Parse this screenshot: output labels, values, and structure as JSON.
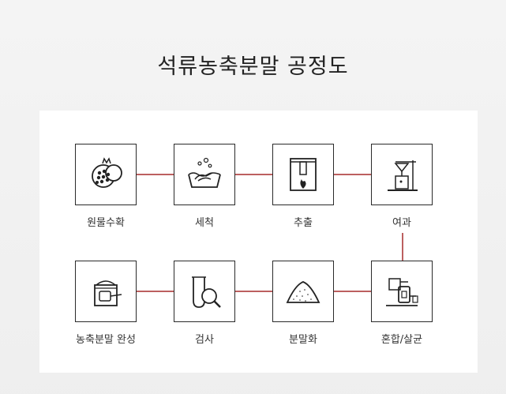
{
  "title": "석류농축분말 공정도",
  "steps": [
    {
      "label": "원물수확",
      "icon": "pomegranate-icon"
    },
    {
      "label": "세척",
      "icon": "washing-hands-icon"
    },
    {
      "label": "추출",
      "icon": "extraction-flame-icon"
    },
    {
      "label": "여과",
      "icon": "filtration-stand-icon"
    },
    {
      "label": "혼합/살균",
      "icon": "mixing-machine-icon"
    },
    {
      "label": "분말화",
      "icon": "powder-pile-icon"
    },
    {
      "label": "검사",
      "icon": "test-tube-magnifier-icon"
    },
    {
      "label": "농축분말 완성",
      "icon": "powder-container-icon"
    }
  ],
  "colors": {
    "connector": "#a52a2a",
    "box_border": "#2a2a2a"
  }
}
